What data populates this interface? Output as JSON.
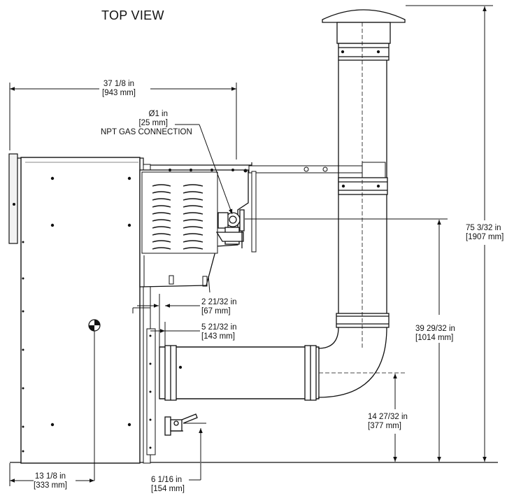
{
  "title": "TOP VIEW",
  "dimensions": {
    "width_total": {
      "imperial": "37 1/8 in",
      "metric": "[943 mm]"
    },
    "gas_connection": {
      "imperial": "Ø1 in",
      "metric": "[25 mm]",
      "note": "NPT GAS CONNECTION"
    },
    "height_total": {
      "imperial": "75 3/32 in",
      "metric": "[1907 mm]"
    },
    "gas_height": {
      "imperial": "39 29/32 in",
      "metric": "[1014 mm]"
    },
    "offset_a": {
      "imperial": "2 21/32 in",
      "metric": "[67 mm]"
    },
    "offset_b": {
      "imperial": "5 21/32 in",
      "metric": "[143 mm]"
    },
    "vent_height": {
      "imperial": "14 27/32 in",
      "metric": "[377 mm]"
    },
    "left_offset": {
      "imperial": "13 1/8 in",
      "metric": "[333 mm]"
    },
    "drain_height": {
      "imperial": "6 1/16 in",
      "metric": "[154 mm]"
    }
  }
}
